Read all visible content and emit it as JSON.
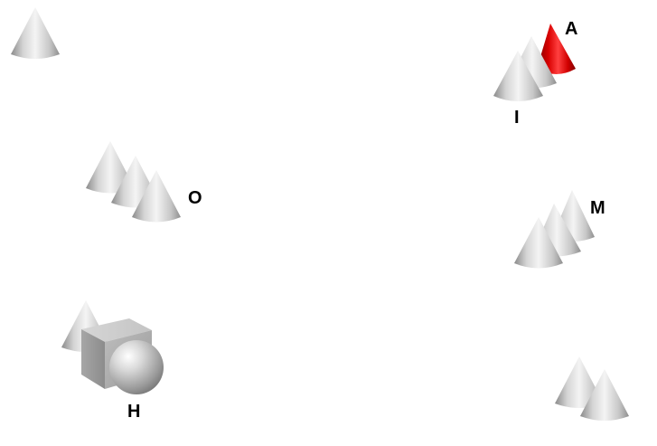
{
  "labels": {
    "A": "A",
    "I": "I",
    "O": "O",
    "M": "M",
    "H": "H"
  },
  "colors": {
    "background": "#ffffff",
    "cone_gray": "#c8c8c8",
    "cone_highlight": "red",
    "label": "#000000"
  },
  "objects": {
    "cones_gray_count": 12,
    "cones_red_count": 1,
    "cubes_count": 1,
    "spheres_count": 1
  }
}
